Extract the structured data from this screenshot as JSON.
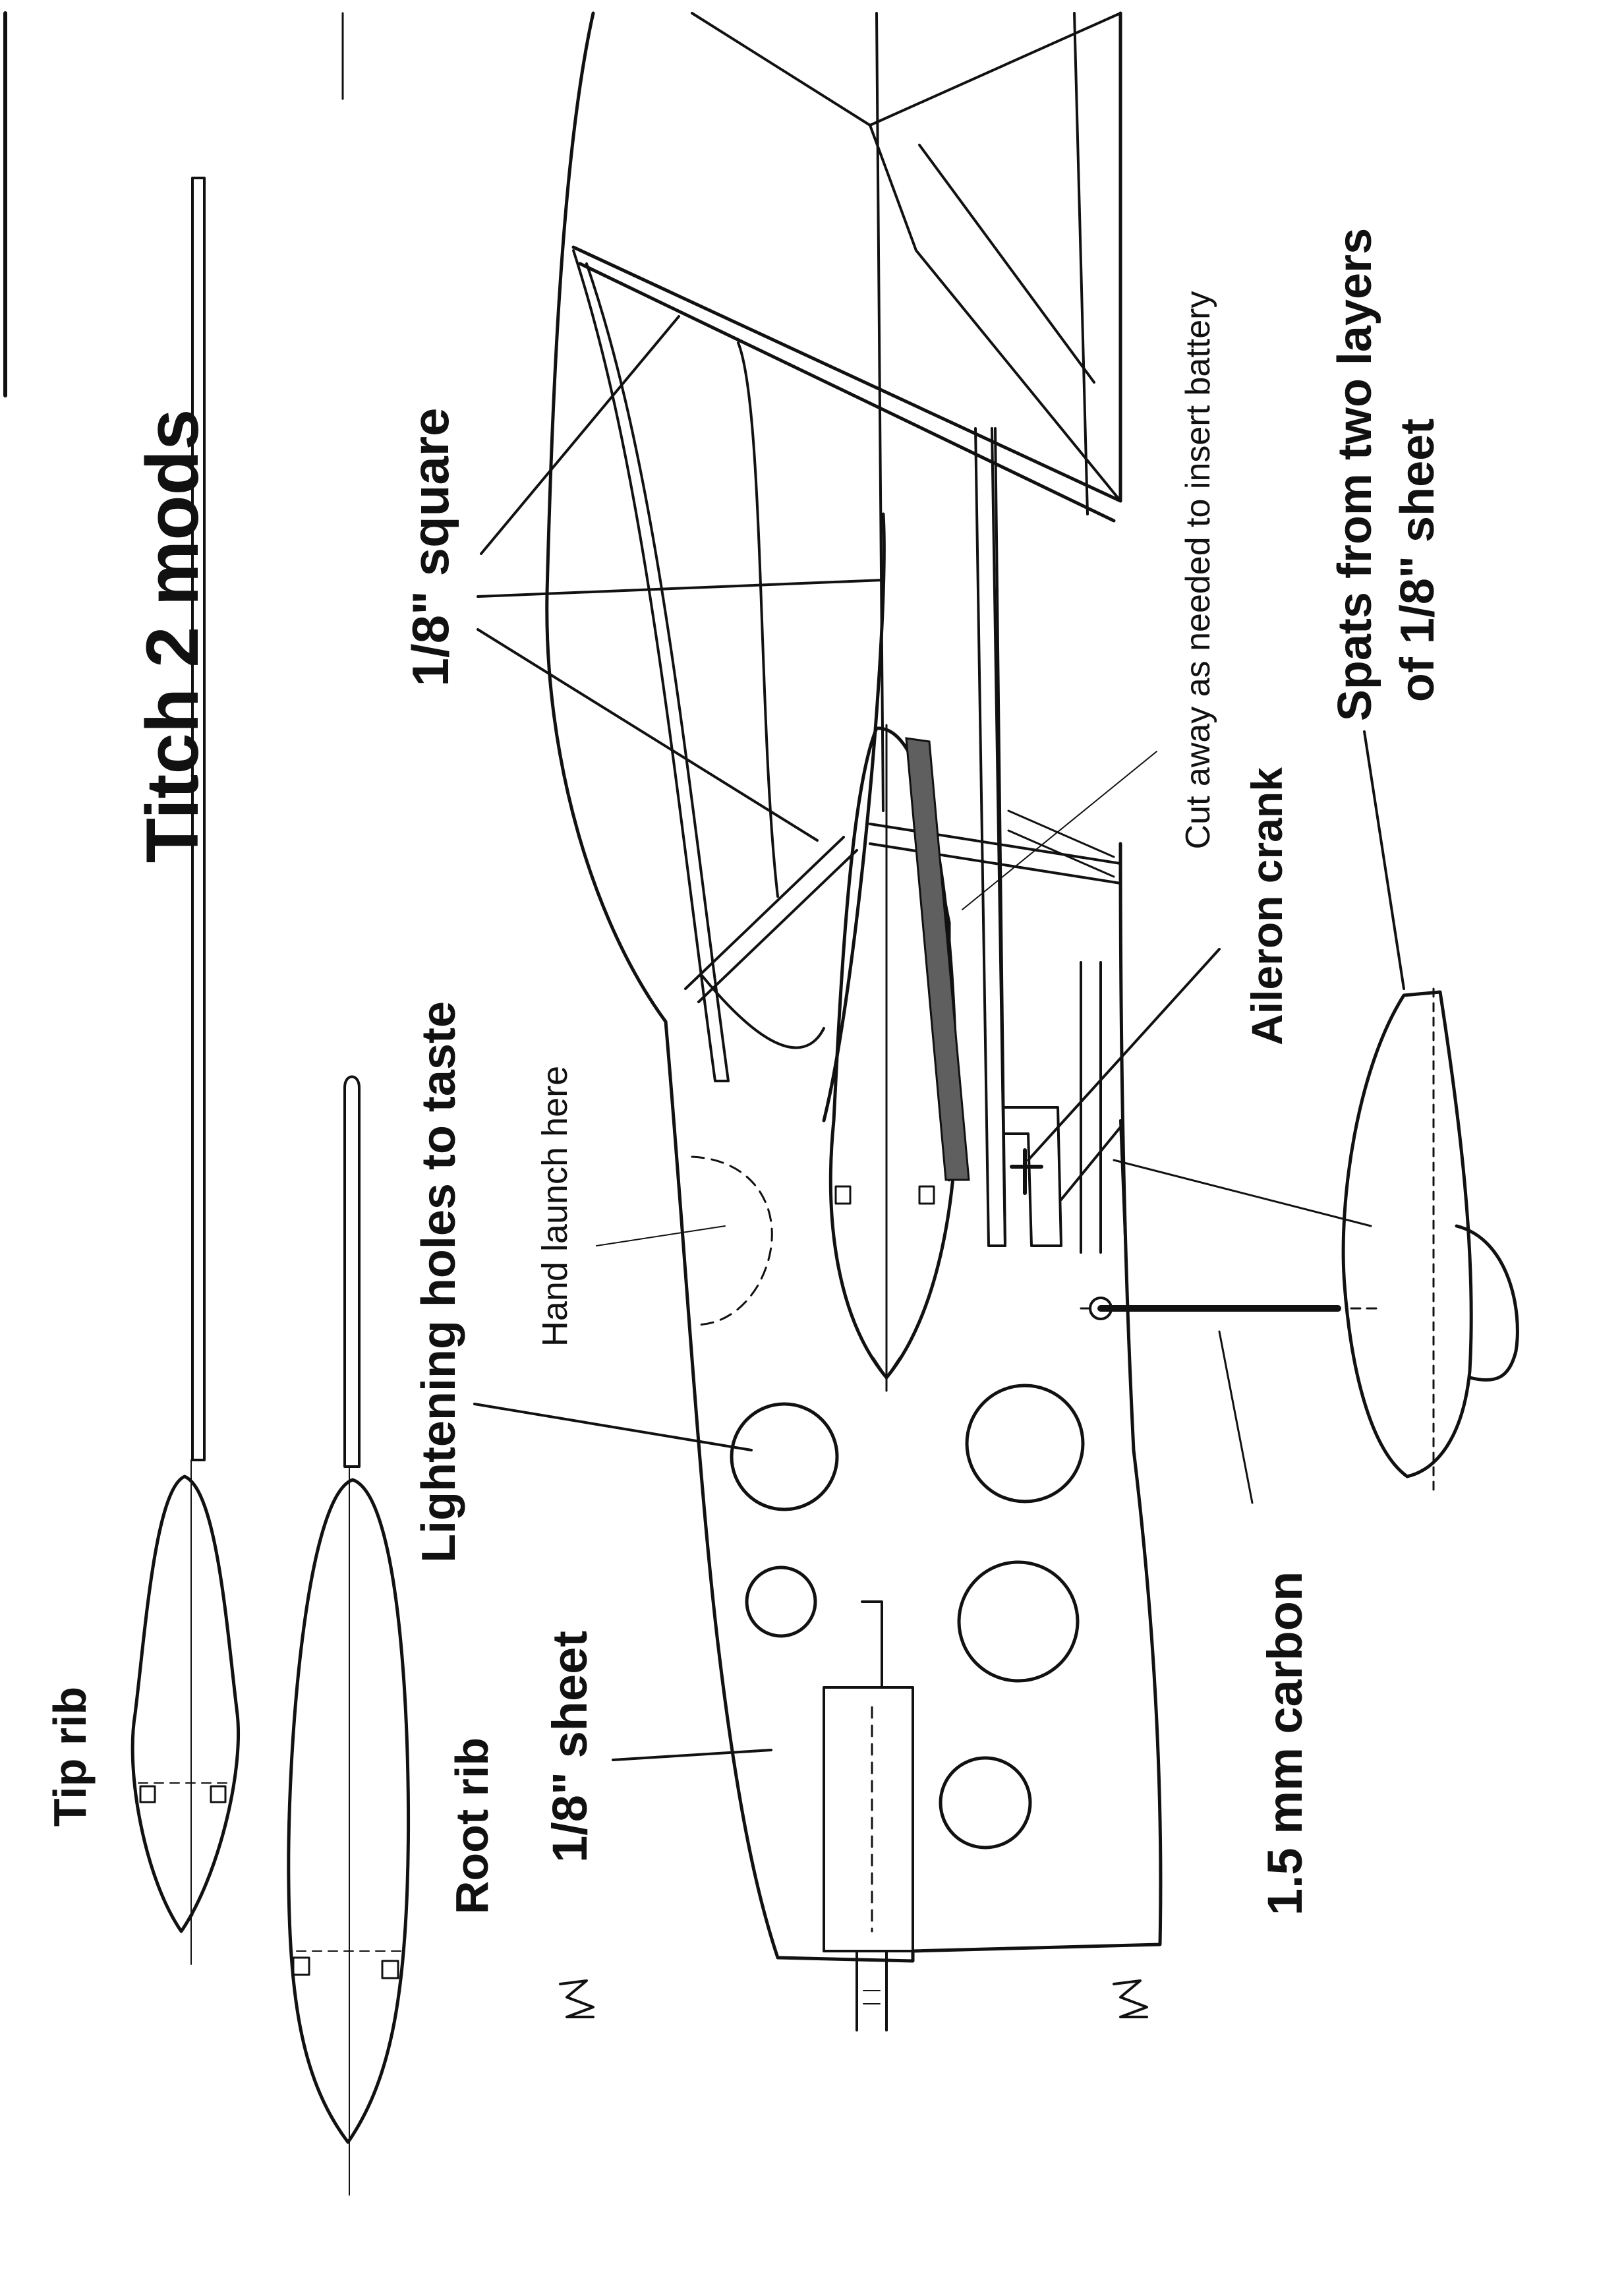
{
  "title": "Titch 2 mods",
  "labels": {
    "tip_rib": "Tip rib",
    "root_rib": "Root rib",
    "square": "1/8\" square",
    "lightening_holes": "Lightening holes to taste",
    "sheet": "1/8\" sheet",
    "hand_launch": "Hand launch here",
    "cut_away": "Cut away as needed to insert battery",
    "aileron_crank": "Aileron crank",
    "spats": "Spats from two layers",
    "spats_line2": "of 1/8\" sheet",
    "carbon": "1.5 mm carbon"
  },
  "colors": {
    "ink": "#111111",
    "paper": "#ffffff",
    "battery_cutout": "#5f5f5f"
  }
}
